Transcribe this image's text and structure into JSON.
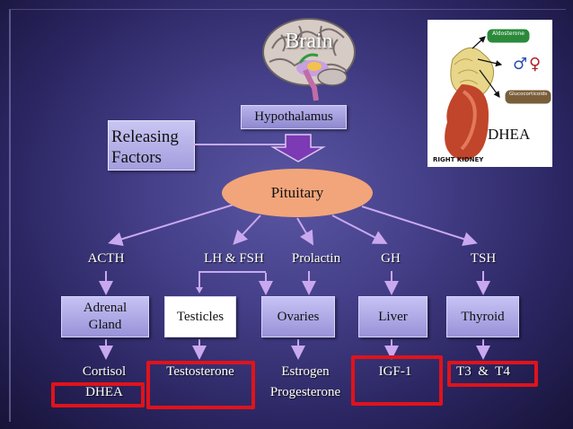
{
  "title": "Brain",
  "hypothalamus": "Hypothalamus",
  "releasing_factors": "Releasing\nFactors",
  "pituitary": "Pituitary",
  "hormones": [
    "ACTH",
    "LH & FSH",
    "Prolactin",
    "GH",
    "TSH"
  ],
  "organs": [
    "Adrenal\nGland",
    "Testicles",
    "Ovaries",
    "Liver",
    "Thyroid"
  ],
  "products": [
    "Cortisol",
    "DHEA",
    "Testosterone",
    "Estrogen",
    "Progesterone",
    "IGF-1",
    "T3  &  T4"
  ],
  "photo": {
    "heading": "DHEA",
    "labels": [
      "Aldosterone",
      "Glucocorticoids",
      "RIGHT KIDNEY"
    ]
  },
  "colors": {
    "background": "#443f88",
    "arrows": "#c9a8f0",
    "pituitary": "#f2a57a",
    "highlight": "#e0131b",
    "box": "#a39ede"
  }
}
